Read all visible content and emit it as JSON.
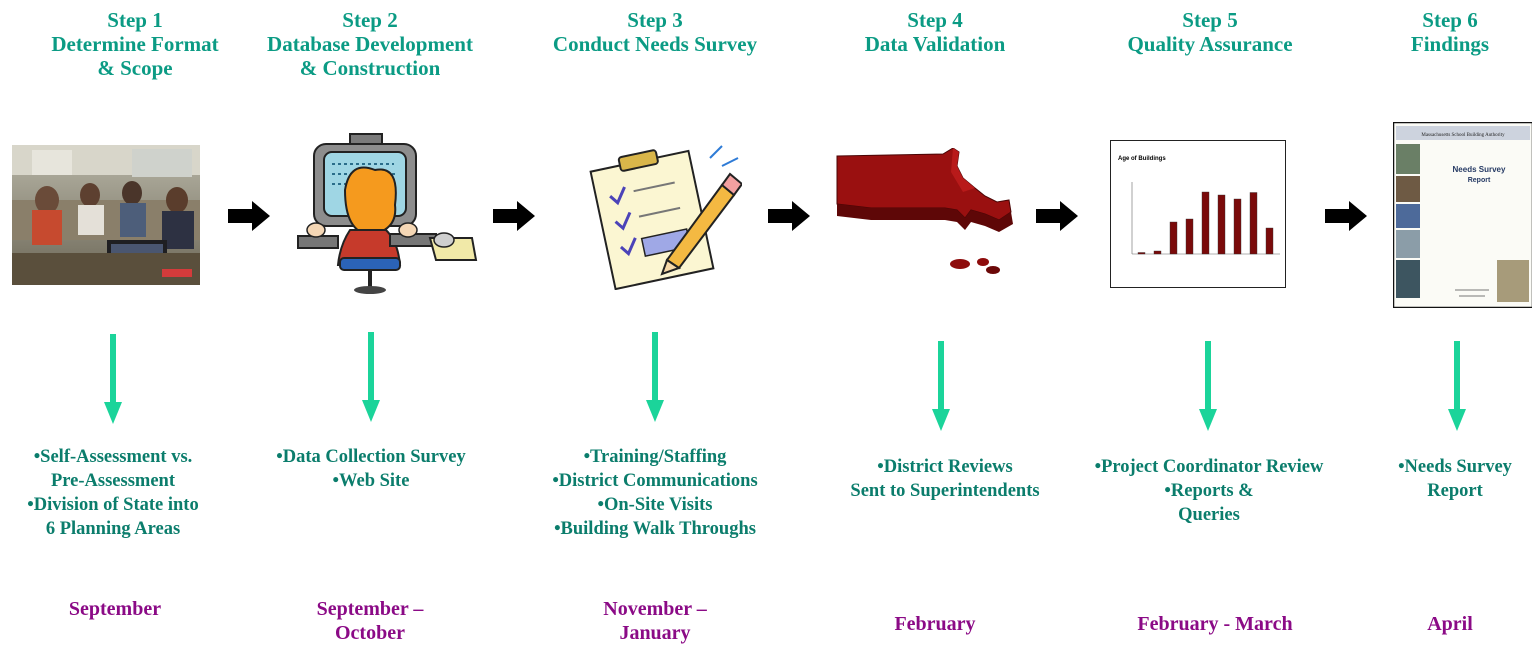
{
  "steps": [
    {
      "title": "Step 1\nDetermine Format\n& Scope",
      "image": "meeting-photo",
      "bullets": [
        "•Self-Assessment vs.\nPre-Assessment",
        "•Division of State into\n6 Planning Areas"
      ],
      "timing": "September"
    },
    {
      "title": "Step 2\nDatabase Development\n& Construction",
      "image": "person-at-computer-clipart",
      "bullets": [
        "•Data Collection Survey",
        "•Web Site"
      ],
      "timing": "September –\nOctober"
    },
    {
      "title": "Step 3\nConduct Needs Survey",
      "image": "clipboard-checklist-clipart",
      "bullets": [
        "•Training/Staffing",
        "•District Communications",
        "•On-Site Visits",
        "•Building Walk Throughs"
      ],
      "timing": "November –\nJanuary"
    },
    {
      "title": "Step 4\nData Validation",
      "image": "massachusetts-map-3d",
      "bullets": [
        "•District Reviews\nSent to Superintendents"
      ],
      "timing": "February"
    },
    {
      "title": "Step 5\nQuality Assurance",
      "image": "bar-chart-thumbnail",
      "bullets": [
        "•Project Coordinator Review",
        "•Reports &\nQueries"
      ],
      "timing": "February - March"
    },
    {
      "title": "Step 6\nFindings",
      "image": "report-cover-thumbnail",
      "bullets": [
        "•Needs Survey\nReport"
      ],
      "timing": "April"
    }
  ],
  "thumbnails": {
    "chart_title": "Age of Buildings",
    "chart_values": [
      30,
      60,
      640,
      700,
      1240,
      1180,
      1100,
      1230,
      520
    ],
    "chart_max": 1400,
    "report_header": "Massachusetts School Building Authority",
    "report_title": "Needs Survey\nReport"
  },
  "colors": {
    "title": "#0b9b84",
    "bullets": "#0b7d6c",
    "month": "#8b0a86",
    "down_arrow": "#1bd49a",
    "right_arrow": "#000000",
    "map": "#8e0c0c"
  }
}
